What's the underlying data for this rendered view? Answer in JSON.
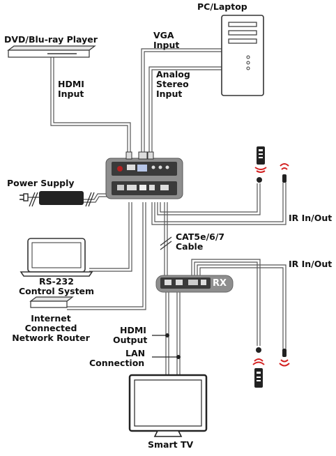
{
  "labels": {
    "pc_laptop": "PC/Laptop",
    "dvd_player": "DVD/Blu-ray Player",
    "vga_input_1": "VGA",
    "vga_input_2": "Input",
    "hdmi_input_1": "HDMI",
    "hdmi_input_2": "Input",
    "analog_1": "Analog",
    "analog_2": "Stereo",
    "analog_3": "Input",
    "power_supply": "Power Supply",
    "ir_inout_top": "IR In/Out",
    "ir_inout_rx": "IR In/Out",
    "cat_cable_1": "CAT5e/6/7",
    "cat_cable_2": "Cable",
    "rx": "RX",
    "rs232_1": "RS-232",
    "rs232_2": "Control System",
    "router_1": "Internet",
    "router_2": "Connected",
    "router_3": "Network Router",
    "hdmi_output_1": "HDMI",
    "hdmi_output_2": "Output",
    "lan_connection_1": "LAN",
    "lan_connection_2": "Connection",
    "smart_tv": "Smart TV"
  },
  "colors": {
    "device_gray": "#8e8e8e",
    "device_dark": "#3a3a3a",
    "ir_red": "#d32020",
    "cable": "#555555"
  }
}
